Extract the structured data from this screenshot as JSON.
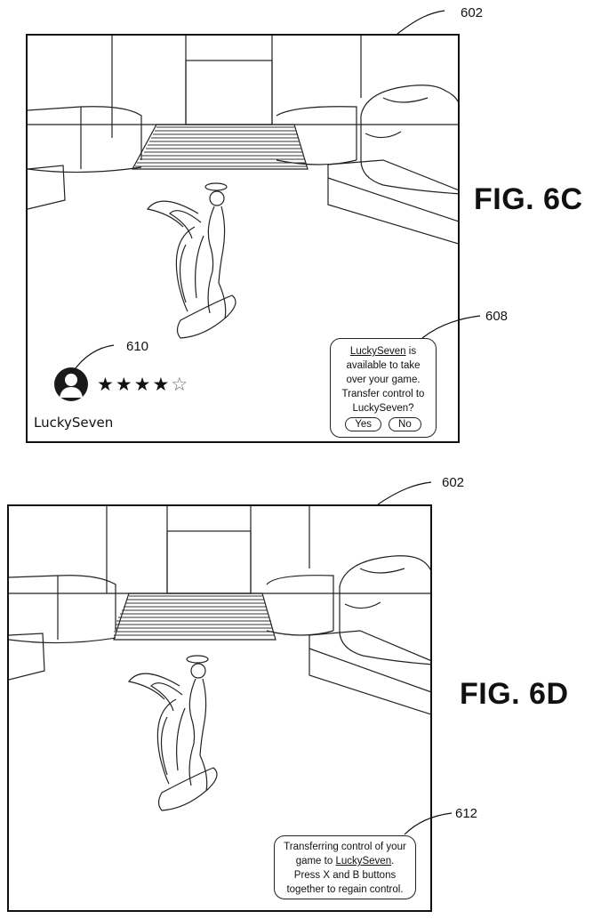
{
  "fig_c": {
    "label": "FIG. 6C",
    "ref_screen": "602",
    "ref_prompt": "608",
    "ref_player": "610",
    "prompt": {
      "line1_user": "LuckySeven",
      "line1_rest": " is",
      "line2": "available to take",
      "line3": "over your game.",
      "line4": "Transfer control to",
      "line5": "LuckySeven?",
      "yes": "Yes",
      "no": "No"
    },
    "player": {
      "username": "LuckySeven",
      "rating": 4,
      "rating_max": 5,
      "avatar_icon": "user-silhouette-icon"
    }
  },
  "fig_d": {
    "label": "FIG. 6D",
    "ref_screen": "602",
    "ref_notice": "612",
    "notice": {
      "line1": "Transferring control of your",
      "line2_pre": "game to ",
      "line2_user": "LuckySeven",
      "line2_post": ".",
      "line3": "Press X and B buttons",
      "line4": "together to regain control."
    }
  }
}
